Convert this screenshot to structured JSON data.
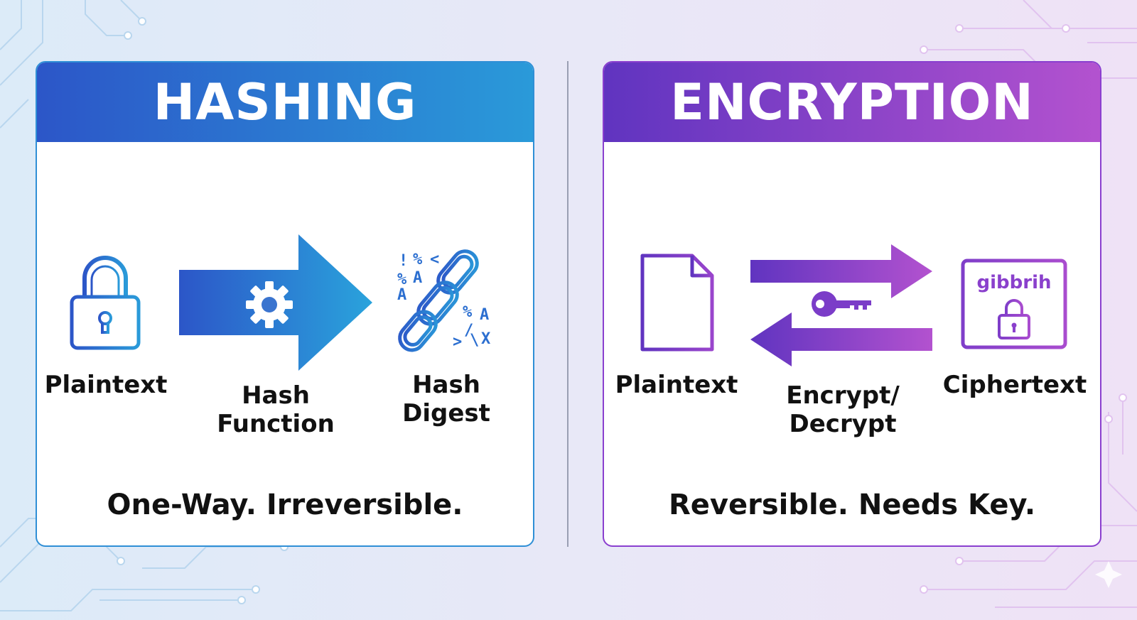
{
  "hashing": {
    "title": "HASHING",
    "input_label": "Plaintext",
    "process_label_line1": "Hash",
    "process_label_line2": "Function",
    "output_label_line1": "Hash",
    "output_label_line2": "Digest",
    "footer": "One-Way. Irreversible.",
    "icons": [
      "padlock-icon",
      "arrow-right-icon",
      "gear-icon",
      "broken-chain-icon"
    ]
  },
  "encryption": {
    "title": "ENCRYPTION",
    "input_label": "Plaintext",
    "process_label_line1": "Encrypt/",
    "process_label_line2": "Decrypt",
    "output_label": "Ciphertext",
    "cipher_box_text": "gibbrih",
    "footer": "Reversible. Needs Key.",
    "icons": [
      "document-icon",
      "arrow-right-icon",
      "arrow-left-icon",
      "key-icon",
      "ciphertext-box-icon",
      "padlock-icon"
    ]
  },
  "colors": {
    "hashing_start": "#2c56c8",
    "hashing_end": "#2a9ad9",
    "encryption_start": "#6034c0",
    "encryption_end": "#b352cf"
  }
}
